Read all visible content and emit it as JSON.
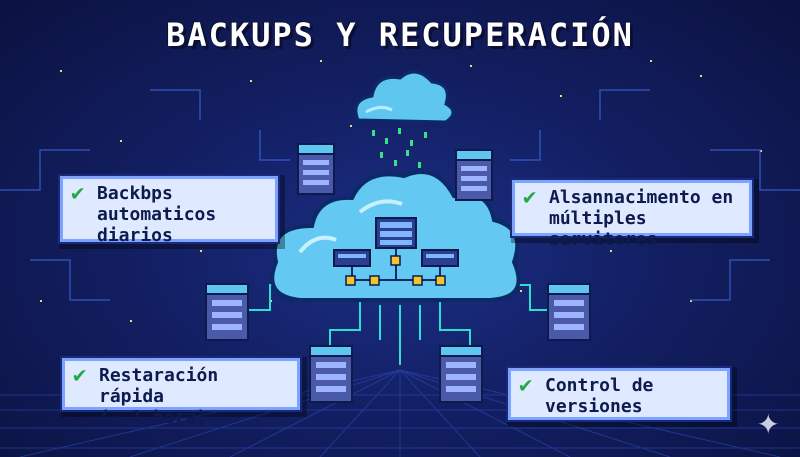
{
  "title": "BACKUPS Y RECUPERACIÓN",
  "features": [
    {
      "label": "Backbps\nautomaticos\ndiarios",
      "icon": "check-icon"
    },
    {
      "label": "Alsannacimento en\nmúltiples servitores",
      "icon": "check-icon"
    },
    {
      "label": "Restaración rápida\n(~ 1 hora)",
      "icon": "check-icon"
    },
    {
      "label": "Control de\nversiones",
      "icon": "check-icon"
    }
  ],
  "colors": {
    "background": "#131f63",
    "cloud": "#63c9f2",
    "card": "#dfe9ff",
    "check": "#22a846",
    "text": "#0d1b4d"
  },
  "icons": [
    "cloud-icon",
    "server-icon",
    "check-icon",
    "sparkle-icon"
  ]
}
